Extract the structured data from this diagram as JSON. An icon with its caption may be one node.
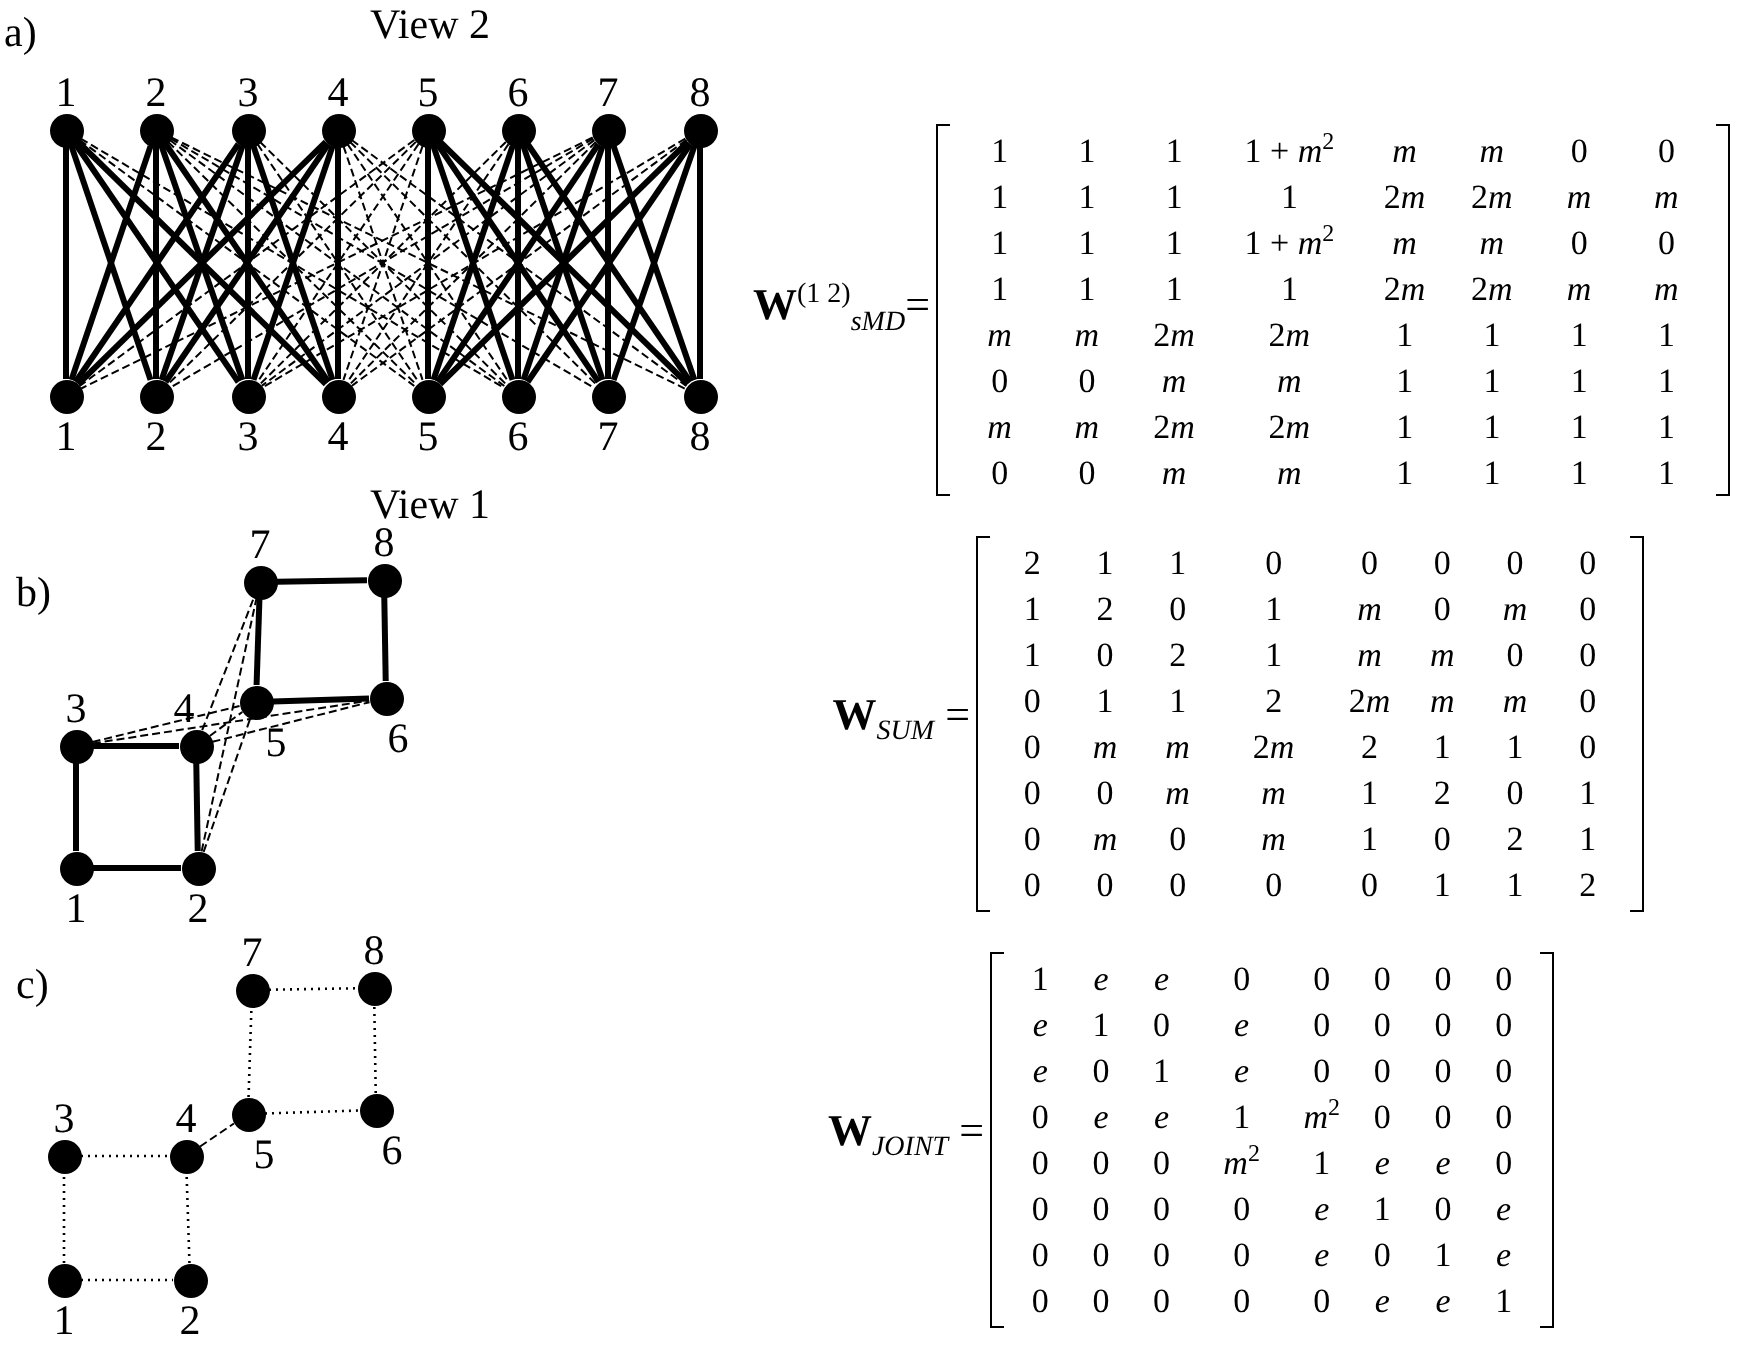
{
  "diagram": {
    "nodes": [
      {
        "text": [
          "1"
        ]
      },
      {
        "text": [
          "2"
        ]
      },
      {
        "text": [
          "3"
        ]
      },
      {
        "text": [
          "4"
        ]
      },
      {
        "text": [
          "5"
        ]
      },
      {
        "text": [
          "6"
        ]
      },
      {
        "text": [
          "7"
        ]
      },
      {
        "text": [
          "8"
        ]
      },
      {
        "text": [
          "1"
        ]
      },
      {
        "text": [
          "2"
        ]
      },
      {
        "text": [
          "3"
        ]
      },
      {
        "text": [
          "4"
        ]
      },
      {
        "text": [
          "5"
        ]
      },
      {
        "text": [
          "6"
        ]
      },
      {
        "text": [
          "7"
        ]
      },
      {
        "text": [
          "8"
        ]
      },
      {
        "text": [
          "1"
        ]
      },
      {
        "text": [
          "2"
        ]
      },
      {
        "text": [
          "3"
        ]
      },
      {
        "text": [
          "4"
        ]
      },
      {
        "text": [
          "5"
        ]
      },
      {
        "text": [
          "6"
        ]
      },
      {
        "text": [
          "7"
        ]
      },
      {
        "text": [
          "8"
        ]
      },
      {
        "text": [
          "1"
        ]
      },
      {
        "text": [
          "2"
        ]
      },
      {
        "text": [
          "3"
        ]
      },
      {
        "text": [
          "4"
        ]
      },
      {
        "text": [
          "5"
        ]
      },
      {
        "text": [
          "6"
        ]
      },
      {
        "text": [
          "7"
        ]
      },
      {
        "text": [
          "8"
        ]
      }
    ],
    "edges": [
      {
        "from": 0,
        "to": 8,
        "arrow": "none",
        "style": "thick"
      },
      {
        "from": 0,
        "to": 9,
        "arrow": "none",
        "style": "thick"
      },
      {
        "from": 0,
        "to": 10,
        "arrow": "none",
        "style": "thick"
      },
      {
        "from": 0,
        "to": 11,
        "arrow": "none",
        "style": "thick"
      },
      {
        "from": 0,
        "to": 12,
        "arrow": "none",
        "style": "dashed"
      },
      {
        "from": 0,
        "to": 13,
        "arrow": "none",
        "style": "dashed"
      },
      {
        "from": 1,
        "to": 8,
        "arrow": "none",
        "style": "thick"
      },
      {
        "from": 1,
        "to": 9,
        "arrow": "none",
        "style": "thick"
      },
      {
        "from": 1,
        "to": 10,
        "arrow": "none",
        "style": "thick"
      },
      {
        "from": 1,
        "to": 11,
        "arrow": "none",
        "style": "thick"
      },
      {
        "from": 1,
        "to": 12,
        "arrow": "none",
        "style": "dashed"
      },
      {
        "from": 1,
        "to": 13,
        "arrow": "none",
        "style": "dashed"
      },
      {
        "from": 1,
        "to": 14,
        "arrow": "none",
        "style": "dashed"
      },
      {
        "from": 1,
        "to": 15,
        "arrow": "none",
        "style": "dashed"
      },
      {
        "from": 2,
        "to": 8,
        "arrow": "none",
        "style": "thick"
      },
      {
        "from": 2,
        "to": 9,
        "arrow": "none",
        "style": "thick"
      },
      {
        "from": 2,
        "to": 10,
        "arrow": "none",
        "style": "thick"
      },
      {
        "from": 2,
        "to": 11,
        "arrow": "none",
        "style": "thick"
      },
      {
        "from": 2,
        "to": 12,
        "arrow": "none",
        "style": "dashed"
      },
      {
        "from": 2,
        "to": 13,
        "arrow": "none",
        "style": "dashed"
      },
      {
        "from": 3,
        "to": 8,
        "arrow": "none",
        "style": "thick"
      },
      {
        "from": 3,
        "to": 9,
        "arrow": "none",
        "style": "thick"
      },
      {
        "from": 3,
        "to": 10,
        "arrow": "none",
        "style": "thick"
      },
      {
        "from": 3,
        "to": 11,
        "arrow": "none",
        "style": "thick"
      },
      {
        "from": 3,
        "to": 12,
        "arrow": "none",
        "style": "dashed"
      },
      {
        "from": 3,
        "to": 13,
        "arrow": "none",
        "style": "dashed"
      },
      {
        "from": 3,
        "to": 14,
        "arrow": "none",
        "style": "dashed"
      },
      {
        "from": 3,
        "to": 15,
        "arrow": "none",
        "style": "dashed"
      },
      {
        "from": 4,
        "to": 8,
        "arrow": "none",
        "style": "dashed"
      },
      {
        "from": 4,
        "to": 9,
        "arrow": "none",
        "style": "dashed"
      },
      {
        "from": 4,
        "to": 10,
        "arrow": "none",
        "style": "dashed"
      },
      {
        "from": 4,
        "to": 11,
        "arrow": "none",
        "style": "dashed"
      },
      {
        "from": 4,
        "to": 12,
        "arrow": "none",
        "style": "thick"
      },
      {
        "from": 4,
        "to": 13,
        "arrow": "none",
        "style": "thick"
      },
      {
        "from": 4,
        "to": 14,
        "arrow": "none",
        "style": "thick"
      },
      {
        "from": 4,
        "to": 15,
        "arrow": "none",
        "style": "thick"
      },
      {
        "from": 5,
        "to": 10,
        "arrow": "none",
        "style": "dashed"
      },
      {
        "from": 5,
        "to": 11,
        "arrow": "none",
        "style": "dashed"
      },
      {
        "from": 5,
        "to": 12,
        "arrow": "none",
        "style": "thick"
      },
      {
        "from": 5,
        "to": 13,
        "arrow": "none",
        "style": "thick"
      },
      {
        "from": 5,
        "to": 14,
        "arrow": "none",
        "style": "thick"
      },
      {
        "from": 5,
        "to": 15,
        "arrow": "none",
        "style": "thick"
      },
      {
        "from": 6,
        "to": 8,
        "arrow": "none",
        "style": "dashed"
      },
      {
        "from": 6,
        "to": 9,
        "arrow": "none",
        "style": "dashed"
      },
      {
        "from": 6,
        "to": 10,
        "arrow": "none",
        "style": "dashed"
      },
      {
        "from": 6,
        "to": 11,
        "arrow": "none",
        "style": "dashed"
      },
      {
        "from": 6,
        "to": 12,
        "arrow": "none",
        "style": "thick"
      },
      {
        "from": 6,
        "to": 13,
        "arrow": "none",
        "style": "thick"
      },
      {
        "from": 6,
        "to": 14,
        "arrow": "none",
        "style": "thick"
      },
      {
        "from": 6,
        "to": 15,
        "arrow": "none",
        "style": "thick"
      },
      {
        "from": 7,
        "to": 10,
        "arrow": "none",
        "style": "dashed"
      },
      {
        "from": 7,
        "to": 11,
        "arrow": "none",
        "style": "dashed"
      },
      {
        "from": 7,
        "to": 12,
        "arrow": "none",
        "style": "thick"
      },
      {
        "from": 7,
        "to": 13,
        "arrow": "none",
        "style": "thick"
      },
      {
        "from": 7,
        "to": 14,
        "arrow": "none",
        "style": "thick"
      },
      {
        "from": 7,
        "to": 15,
        "arrow": "none",
        "style": "thick"
      },
      {
        "from": 16,
        "to": 17,
        "arrow": "none",
        "style": "thick"
      },
      {
        "from": 16,
        "to": 18,
        "arrow": "none",
        "style": "thick"
      },
      {
        "from": 17,
        "to": 19,
        "arrow": "none",
        "style": "thick"
      },
      {
        "from": 18,
        "to": 19,
        "arrow": "none",
        "style": "thick"
      },
      {
        "from": 20,
        "to": 21,
        "arrow": "none",
        "style": "thick"
      },
      {
        "from": 20,
        "to": 22,
        "arrow": "none",
        "style": "thick"
      },
      {
        "from": 21,
        "to": 23,
        "arrow": "none",
        "style": "thick"
      },
      {
        "from": 22,
        "to": 23,
        "arrow": "none",
        "style": "thick"
      },
      {
        "from": 17,
        "to": 20,
        "arrow": "none",
        "style": "dashed"
      },
      {
        "from": 17,
        "to": 22,
        "arrow": "none",
        "style": "dashed"
      },
      {
        "from": 18,
        "to": 20,
        "arrow": "none",
        "style": "dashed"
      },
      {
        "from": 18,
        "to": 21,
        "arrow": "none",
        "style": "dashed"
      },
      {
        "from": 19,
        "to": 20,
        "arrow": "none",
        "style": "dashed"
      },
      {
        "from": 19,
        "to": 21,
        "arrow": "none",
        "style": "dashed"
      },
      {
        "from": 19,
        "to": 22,
        "arrow": "none",
        "style": "dashed"
      },
      {
        "from": 24,
        "to": 25,
        "arrow": "none",
        "style": "dashed"
      },
      {
        "from": 24,
        "to": 26,
        "arrow": "none",
        "style": "dashed"
      },
      {
        "from": 25,
        "to": 27,
        "arrow": "none",
        "style": "dashed"
      },
      {
        "from": 26,
        "to": 27,
        "arrow": "none",
        "style": "dashed"
      },
      {
        "from": 28,
        "to": 29,
        "arrow": "none",
        "style": "dashed"
      },
      {
        "from": 28,
        "to": 30,
        "arrow": "none",
        "style": "dashed"
      },
      {
        "from": 29,
        "to": 31,
        "arrow": "none",
        "style": "dashed"
      },
      {
        "from": 30,
        "to": 31,
        "arrow": "none",
        "style": "dashed"
      },
      {
        "from": 27,
        "to": 28,
        "arrow": "none",
        "style": "dashed"
      }
    ],
    "labels": [
      "View 2",
      "a)",
      "**W**$^{(1 2)}$$_{sMD}$=",
      "1",
      "1",
      "1",
      "1 + m$^{2}$",
      "m",
      "m",
      "0",
      "0",
      "1",
      "1",
      "1",
      "1",
      "2m",
      "2m",
      "m",
      "m",
      "1",
      "1",
      "1",
      "1 + m$^{2}$",
      "m",
      "m",
      "0",
      "0",
      "1",
      "1",
      "1",
      "1",
      "2m",
      "2m",
      "m",
      "m",
      "m",
      "m",
      "2m",
      "2m",
      "1",
      "1",
      "1",
      "1",
      "0",
      "0",
      "m",
      "m",
      "1",
      "1",
      "1",
      "1",
      "m",
      "m",
      "2m",
      "2m",
      "1",
      "1",
      "1",
      "1",
      "0",
      "0",
      "m",
      "m",
      "1",
      "1",
      "1",
      "1",
      "View 1",
      "b)",
      "**W**$_{SUM}$ =",
      "2",
      "1",
      "1",
      "0",
      "0",
      "0",
      "0",
      "0",
      "1",
      "2",
      "0",
      "1",
      "m",
      "0",
      "m",
      "0",
      "1",
      "0",
      "2",
      "1",
      "m",
      "m",
      "0",
      "0",
      "0",
      "1",
      "1",
      "2",
      "2m",
      "m",
      "m",
      "0",
      "0",
      "m",
      "m",
      "2m",
      "2",
      "1",
      "1",
      "0",
      "0",
      "0",
      "m",
      "m",
      "1",
      "2",
      "0",
      "1",
      "0",
      "m",
      "0",
      "m",
      "1",
      "0",
      "2",
      "1",
      "0",
      "0",
      "0",
      "0",
      "0",
      "1",
      "1",
      "2",
      "c)",
      "**W**$_{JOINT}$ =",
      "1",
      "e",
      "e",
      "0",
      "0",
      "0",
      "0",
      "0",
      "e",
      "1",
      "0",
      "e",
      "0",
      "0",
      "0",
      "0",
      "e",
      "0",
      "1",
      "e",
      "0",
      "0",
      "0",
      "0",
      "0",
      "e",
      "e",
      "1",
      "m$^{2}$",
      "0",
      "0",
      "0",
      "0",
      "0",
      "0",
      "m$^{2}$",
      "1",
      "e",
      "e",
      "0",
      "0",
      "0",
      "0",
      "0",
      "e",
      "1",
      "0",
      "e",
      "0",
      "0",
      "0",
      "0",
      "e",
      "0",
      "1",
      "e",
      "0",
      "0",
      "0",
      "0",
      "0",
      "e",
      "e",
      "1"
    ]
  }
}
